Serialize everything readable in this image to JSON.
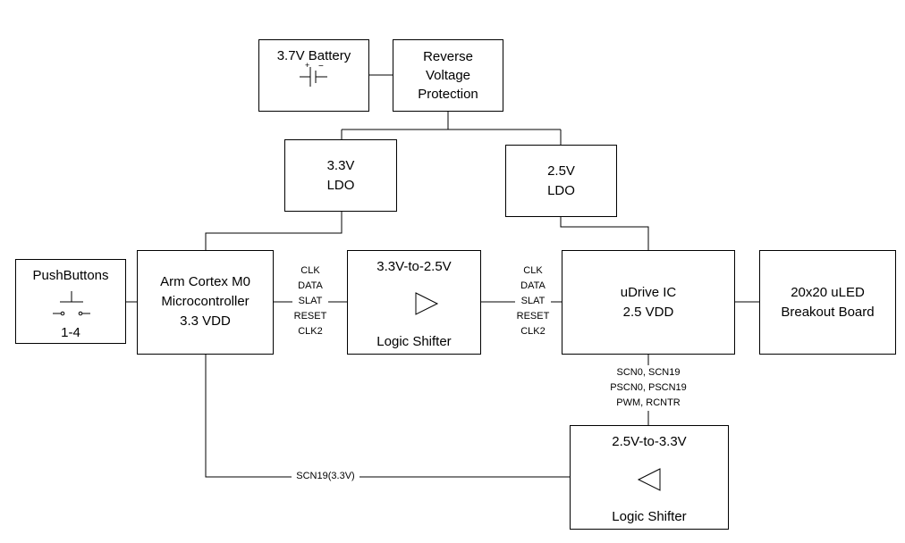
{
  "blocks": {
    "battery": {
      "label": "3.7V Battery"
    },
    "reverse_protection": {
      "line1": "Reverse",
      "line2": "Voltage",
      "line3": "Protection"
    },
    "ldo33": {
      "line1": "3.3V",
      "line2": "LDO"
    },
    "ldo25": {
      "line1": "2.5V",
      "line2": "LDO"
    },
    "pushbuttons": {
      "title": "PushButtons",
      "sub": "1-4"
    },
    "mcu": {
      "line1": "Arm Cortex M0",
      "line2": "Microcontroller",
      "line3": "3.3 VDD"
    },
    "shifter_up": {
      "title": "3.3V-to-2.5V",
      "sub": "Logic Shifter"
    },
    "udrive": {
      "line1": "uDrive IC",
      "line2": "2.5 VDD"
    },
    "uled": {
      "line1": "20x20 uLED",
      "line2": "Breakout Board"
    },
    "shifter_down": {
      "title": "2.5V-to-3.3V",
      "sub": "Logic Shifter"
    }
  },
  "signals": {
    "bus_left": [
      "CLK",
      "DATA",
      "SLAT",
      "RESET",
      "CLK2"
    ],
    "bus_right": [
      "CLK",
      "DATA",
      "SLAT",
      "RESET",
      "CLK2"
    ],
    "scan_bus": [
      "SCN0, SCN19",
      "PSCN0, PSCN19",
      "PWM, RCNTR"
    ],
    "feedback": "SCN19(3.3V)"
  }
}
